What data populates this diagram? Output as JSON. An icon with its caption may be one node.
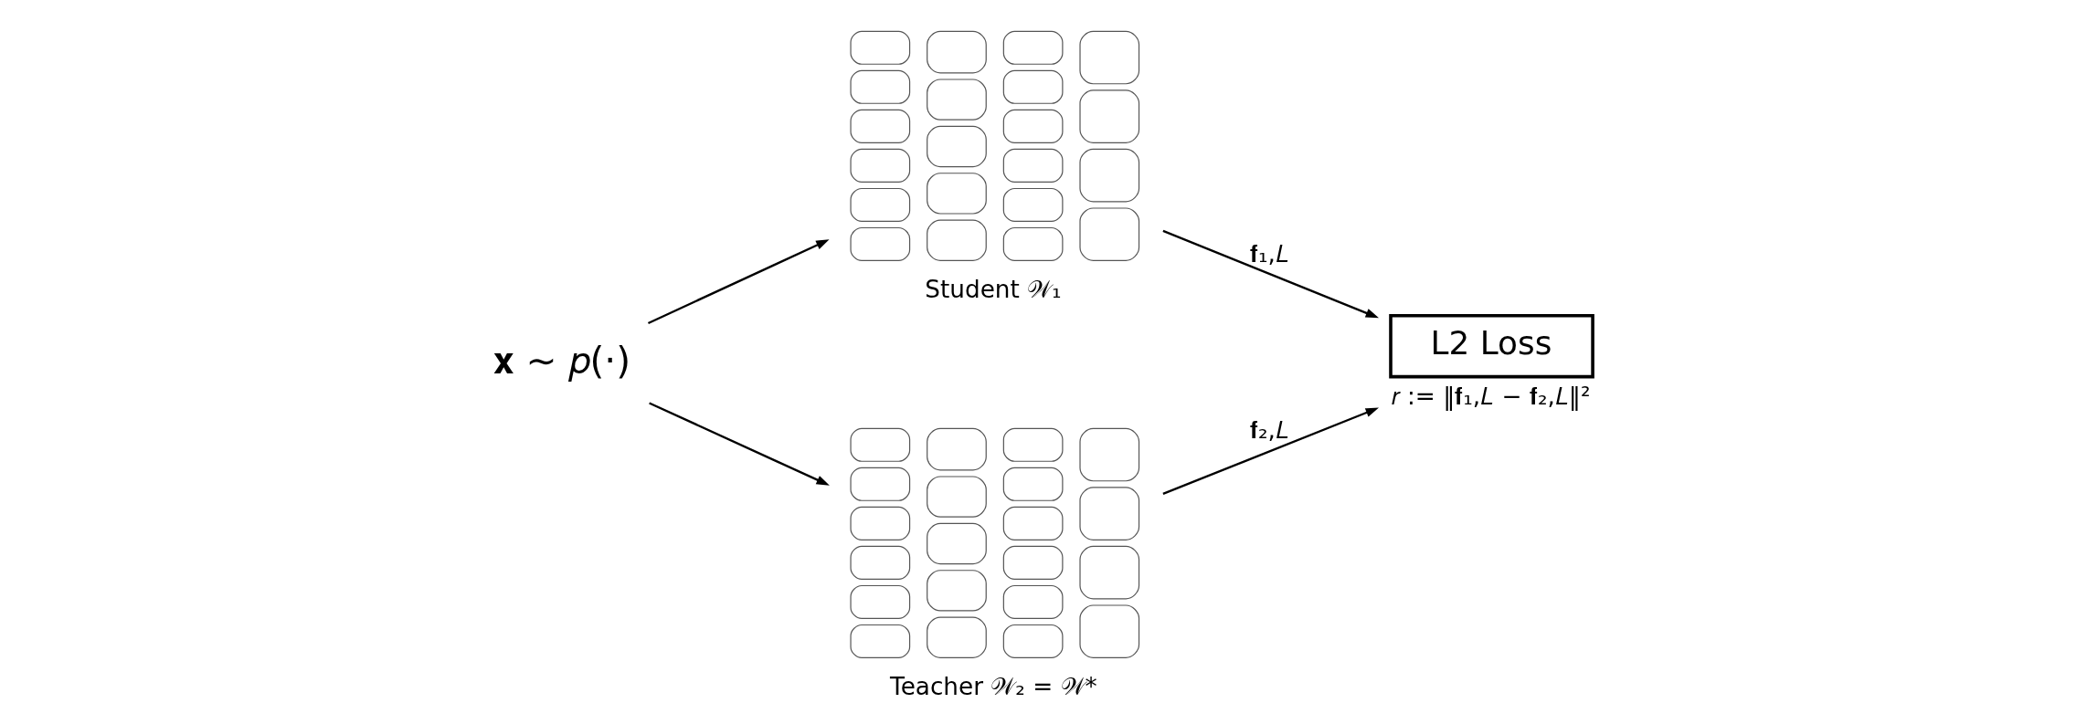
{
  "diagram": {
    "nodes": [
      {
        "text": [
          "𝐱 ∼ 𝑝(·)"
        ]
      },
      {
        "text": [],
        "shape": "picture",
        "beside": [
          "Student 𝒲₁"
        ]
      },
      {
        "text": [],
        "shape": "picture",
        "beside": [
          "Teacher 𝒲₂ = 𝒲*"
        ]
      },
      {
        "text": [
          "L2 Loss"
        ],
        "beside": [
          "𝑟 := ‖𝐟₁,𝐿 − 𝐟₂,𝐿‖²"
        ]
      }
    ],
    "edges": [
      {
        "from": 0,
        "to": 1,
        "arrow": "to"
      },
      {
        "from": 0,
        "to": 2,
        "arrow": "to"
      },
      {
        "from": 1,
        "to": 3,
        "arrow": "to",
        "label": "𝐟₁,𝐿"
      },
      {
        "from": 2,
        "to": 3,
        "arrow": "to",
        "label": "𝐟₂,𝐿"
      }
    ]
  }
}
